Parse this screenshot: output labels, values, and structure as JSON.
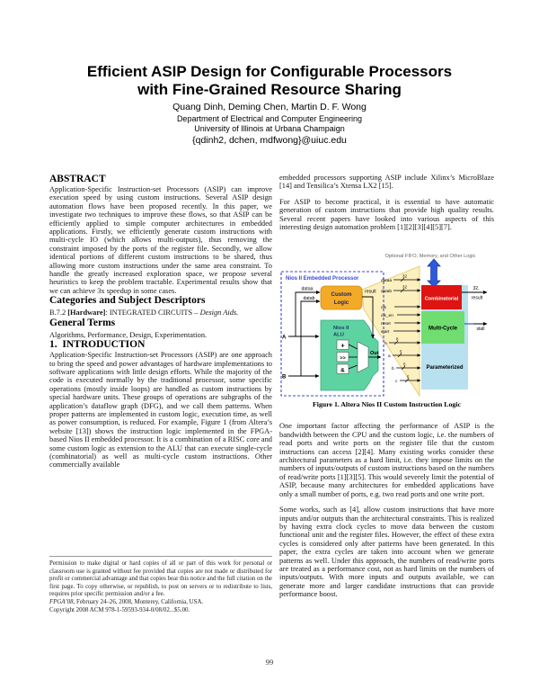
{
  "header": {
    "title_line1": "Efficient ASIP Design for Configurable Processors",
    "title_line2": "with Fine-Grained Resource Sharing",
    "authors": "Quang Dinh, Deming Chen, Martin D. F. Wong",
    "affiliation1": "Department of Electrical and Computer Engineering",
    "affiliation2": "University of Illinois at Urbana Champaign",
    "email": "{qdinh2, dchen, mdfwong}@uiuc.edu"
  },
  "left_column": {
    "abstract_heading": "ABSTRACT",
    "abstract_body": "Application-Specific Instruction-set Processors (ASIP) can improve execution speed by using custom instructions. Several ASIP design automation flows have been proposed recently. In this paper, we investigate two techniques to improve these flows, so that ASIP can be efficiently applied to simple computer architectures in embedded applications. Firstly, we efficiently generate custom instructions with multi-cycle IO (which allows multi-outputs), thus removing the constraint imposed by the ports of the register file. Secondly, we allow identical portions of different custom instructions to be shared, thus allowing more custom instructions under the same area constraint. To handle the greatly increased exploration space, we propose several heuristics to keep the problem tractable. Experimental results show that we can achieve 3x speedup in some cases.",
    "categories_heading": "Categories and Subject Descriptors",
    "categories_prefix": "B.7.2 ",
    "categories_bold": "[Hardware]",
    "categories_mid": ": INTEGRATED CIRCUITS – ",
    "categories_italic": "Design Aids.",
    "general_terms_heading": "General Terms",
    "general_terms_body": "Algorithms, Performance, Design, Experimentation.",
    "intro_heading": "1.  INTRODUCTION",
    "intro_body": "Application-Specific Instruction-set Processors (ASIP) are one approach to bring the speed and power advantages of hardware implementations to software applications with little design efforts. While the majority of the code is executed normally by the traditional processor, some specific operations (mostly inside loops) are handled as custom instructions by special hardware units. These groups of operations are subgraphs of the application’s dataflow graph (DFG), and we call them patterns. When proper patterns are implemented in custom logic, execution time, as well as power consumption, is reduced. For example, Figure 1 (from Altera’s website [13]) shows the instruction logic implemented in the FPGA-based Nios II embedded processor. It is a combination of a RISC core and some custom logic as extension to the ALU that can execute single-cycle (combinatorial) as well as multi-cycle custom instructions. Other commercially available"
  },
  "right_column": {
    "para1": "embedded processors supporting ASIP include Xilinx’s MicroBlaze [14] and Tensilica’s Xtensa LX2 [15].",
    "para2": "For ASIP to become practical, it is essential to have automatic generation of custom instructions that provide high quality results. Several recent papers have looked into various aspects of this interesting design automation problem [1][2][3][4][5][7].",
    "para3": "One important factor affecting the performance of ASIP is the bandwidth between the CPU and the custom logic, i.e. the numbers of read ports and write ports on the register file that the custom instructions can access [2][4]. Many existing works consider these architectural parameters as a hard limit, i.e. they impose limits on the numbers of inputs/outputs of custom instructions based on the numbers of read/write ports [1][3][5]. This would severely limit the potential of ASIP, because many architectures for embedded applications have only a small number of ports, e.g. two read ports and one write port.",
    "para4": "Some works, such as [4], allow custom instructions that have more inputs and/or outputs than the architectural constraints. This is realized by having extra clock cycles to move data between the custom functional unit and the register files. However, the effect of these extra cycles is considered only after patterns have been generated. In this paper, the extra cycles are taken into account when we generate patterns as well. Under this approach, the numbers of read/write ports are treated as a performance cost, not as hard limits on the numbers of inputs/outputs. With more inputs and outputs available, we can generate more and larger candidate instructions that can provide performance boost."
  },
  "figure": {
    "top_label": "Optional FIFO, Memory, and Other Logic",
    "processor_label": "Nios II Embedded Processor",
    "custom_logic_line1": "Custom",
    "custom_logic_line2": "Logic",
    "dataa_label": "dataa",
    "datab_label": "datab",
    "result_label": "result",
    "alu_line1": "Nios II",
    "alu_line2": "ALU",
    "op_add": "+",
    "op_shift": ">>",
    "op_and": "&",
    "input_a": "A",
    "input_b": "B",
    "out_label": "Out",
    "sig_dataa": "dataa",
    "sig_dataa_bits": "32",
    "sig_datab": "datab",
    "sig_datab_bits": "32",
    "sig_clk": "clk",
    "sig_clk_en": "clk_en",
    "sig_reset": "reset",
    "sig_start": "start",
    "sig_n": "n",
    "sig_n_bits": "8",
    "sig_a": "a",
    "sig_a_bits": "5",
    "sig_b": "b",
    "sig_b_bits": "5",
    "sig_c": "c",
    "sig_c_bits": "5",
    "block_combinatorial": "Combinatorial",
    "block_multicycle": "Multi-Cycle",
    "block_parameterized": "Parameterized",
    "out_result_bits": "32,",
    "out_result": "result",
    "out_stall": "stall",
    "caption": "Figure 1. Altera Nios II Custom Instruction Logic",
    "colors": {
      "combinatorial": "#dd1412",
      "multicycle": "#6fdd6f",
      "panel": "#b9e0ef",
      "wedge": "#fdf0bf",
      "custom_logic": "#f3ab27",
      "alu": "#5ed3a2",
      "arrow_blue": "#2e59d9",
      "border_blue": "#3c49d4"
    }
  },
  "footnote": {
    "permission": "Permission to make digital or hard copies of all or part of this work for personal or classroom use is granted without fee provided that copies are not made or distributed for profit or commercial advantage and that copies bear this notice and the full citation on the first page. To copy otherwise, or republish, to post on servers or to redistribute to lists, requires prior specific permission and/or a fee.",
    "conference_italic": "FPGA’08,",
    "conference_rest": " February 24–26, 2008, Monterey, California, USA.",
    "copyright": "Copyright 2008 ACM  978-1-59593-934-0/08/02...$5.00."
  },
  "page_number": "99"
}
